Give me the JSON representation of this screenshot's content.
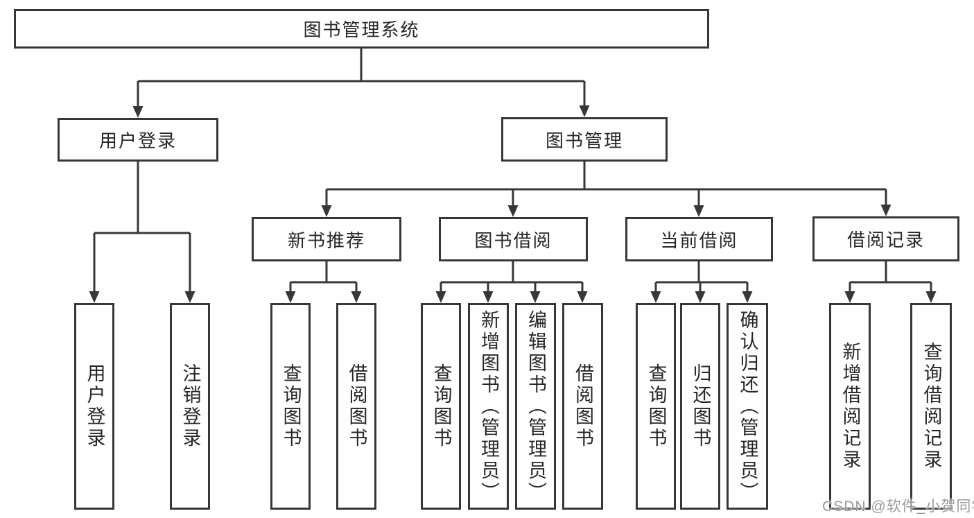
{
  "tree": {
    "root": {
      "label": "图书管理系统"
    },
    "branches": [
      {
        "label": "用户登录",
        "children": [
          {
            "label": "用户登录"
          },
          {
            "label": "注销登录"
          }
        ]
      },
      {
        "label": "图书管理",
        "children": [
          {
            "label": "新书推荐",
            "children": [
              {
                "label": "查询图书"
              },
              {
                "label": "借阅图书"
              }
            ]
          },
          {
            "label": "图书借阅",
            "children": [
              {
                "label": "查询图书"
              },
              {
                "label": "新增图书（管理员）"
              },
              {
                "label": "编辑图书（管理员）"
              },
              {
                "label": "借阅图书"
              }
            ]
          },
          {
            "label": "当前借阅",
            "children": [
              {
                "label": "查询图书"
              },
              {
                "label": "归还图书"
              },
              {
                "label": "确认归还（管理员）"
              }
            ]
          },
          {
            "label": "借阅记录",
            "children": [
              {
                "label": "新增借阅记录"
              },
              {
                "label": "查询借阅记录"
              }
            ]
          }
        ]
      }
    ]
  },
  "watermark": "CSDN @软件_小贺同学",
  "colors": {
    "line": "#373737",
    "text": "#262626",
    "watermark": "#9a9a9a",
    "background": "#ffffff"
  }
}
